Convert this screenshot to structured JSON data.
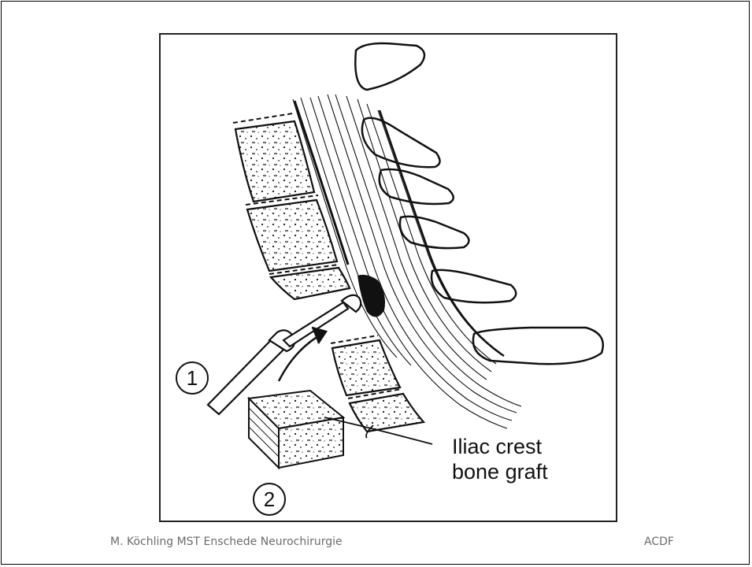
{
  "figure": {
    "label_1": "1",
    "label_2": "2",
    "graft_label_line1": "Iliac crest",
    "graft_label_line2": "bone graft"
  },
  "footer": {
    "author": "M. Köchling MST Enschede Neurochirurgie",
    "topic": "ACDF"
  },
  "colors": {
    "ink": "#111111",
    "footer_text": "#6b6b6b",
    "background": "#ffffff"
  }
}
